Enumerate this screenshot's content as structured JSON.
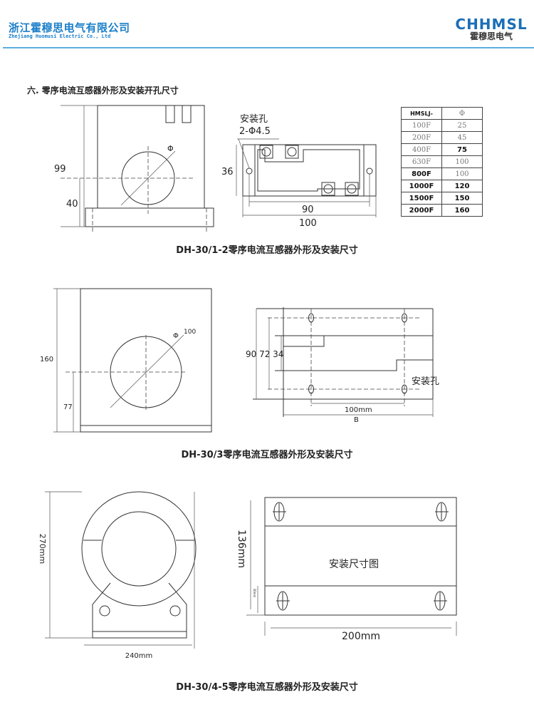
{
  "header": {
    "company_cn": "浙江霍穆思电气有限公司",
    "company_en": "Zhejiang Huomusi Electric Co., Ltd",
    "logo_en": "CHHMSL",
    "logo_cn": "霍穆思电气"
  },
  "section_title": "六. 零序电流互感器外形及安装开孔尺寸",
  "fig1": {
    "dim_height": "99",
    "dim_center": "40",
    "phi": "Φ",
    "caption": "DH-30/1-2零序电流互感器外形及安装尺寸"
  },
  "fig2": {
    "hole_label": "安装孔",
    "hole_spec": "2-Φ4.5",
    "dim_height": "36",
    "dim_hole_spacing": "90",
    "dim_width": "100"
  },
  "spec_table": {
    "headers": [
      "HMSLJ-",
      "Φ"
    ],
    "rows": [
      [
        "100F",
        "25"
      ],
      [
        "200F",
        "45"
      ],
      [
        "400F",
        "75"
      ],
      [
        "630F",
        "100"
      ],
      [
        "800F",
        "100"
      ],
      [
        "1000F",
        "120"
      ],
      [
        "1500F",
        "150"
      ],
      [
        "2000F",
        "160"
      ]
    ]
  },
  "fig3": {
    "dim_height": "160",
    "dim_center": "77",
    "phi": "Φ",
    "phi_value": "100",
    "caption": "DH-30/3零序电流互感器外形及安装尺寸"
  },
  "fig4": {
    "dims_vertical": "90 72 34",
    "hole_label": "安装孔",
    "dim_hole_spacing": "100mm",
    "dim_width": "B"
  },
  "fig5": {
    "dim_height": "270mm",
    "dim_width": "240mm",
    "caption": "DH-30/4-5零序电流互感器外形及安装尺寸"
  },
  "fig6": {
    "dim_height": "136mm",
    "dim_small": "30mm",
    "center_label": "安装尺寸图",
    "dim_width": "200mm"
  }
}
